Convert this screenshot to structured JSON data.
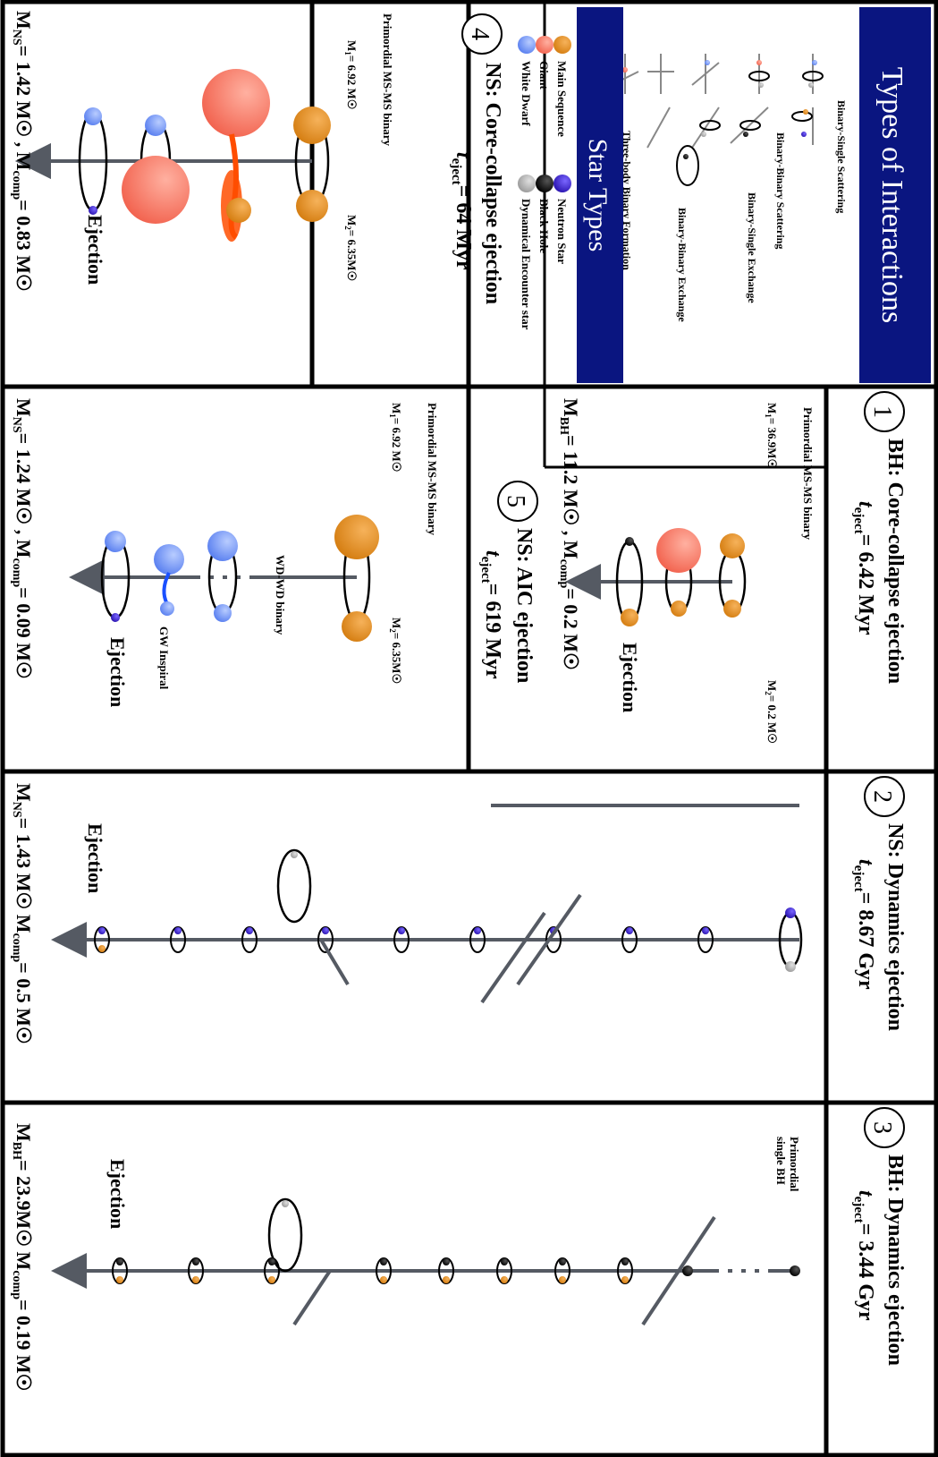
{
  "interactions_legend": {
    "title": "Types of Interactions",
    "items": [
      "Binary-Single Scattering",
      "Binary-Binary Scattering",
      "Binary-Single Exchange",
      "Binary-Binary Exchange",
      "Three-body Binary Formation"
    ]
  },
  "star_types_legend": {
    "title": "Star Types",
    "items": [
      "Main Sequence",
      "Neutron Star",
      "Giant",
      "Black Hole",
      "White Dwarf",
      "Dynamical Encounter star"
    ],
    "colors": {
      "main_sequence": "#e08a1e",
      "giant": "#f87560",
      "white_dwarf": "#7a9cff",
      "neutron_star": "#3a1fc8",
      "black_hole": "#000000",
      "dynamical": "#b3b3b3",
      "axis": "#555a63",
      "legend_bg": "#0a1580"
    }
  },
  "panels": [
    {
      "number": "1",
      "title": "BH: Core-collapse ejection",
      "t_sym": "t",
      "t_sub": "eject",
      "t_val": "= 6.42 Myr",
      "intro": "Primordial MS-MS binary",
      "m1": "M",
      "m1_sub": "1",
      "m1_val": "= 36.9M",
      "m2": "M",
      "m2_sub": "2",
      "m2_val": "= 0.2 M",
      "ejection": "Ejection",
      "mass_obj": "M",
      "mass_obj_sub": "BH",
      "mass_obj_val": "= 11.2 M",
      "mass_comp": "M",
      "mass_comp_sub": "comp",
      "mass_comp_val": "= 0.2 M"
    },
    {
      "number": "2",
      "title": "NS: Dynamics ejection",
      "t_sym": "t",
      "t_sub": "eject",
      "t_val": "= 8.67 Gyr",
      "ejection": "Ejection",
      "mass_obj": "M",
      "mass_obj_sub": "NS",
      "mass_obj_val": "= 1.43 M",
      "mass_comp": "M",
      "mass_comp_sub": "comp",
      "mass_comp_val": "= 0.5 M"
    },
    {
      "number": "3",
      "title": "BH: Dynamics ejection",
      "t_sym": "t",
      "t_sub": "eject",
      "t_val": "= 3.44 Gyr",
      "intro": "Primordial single BH",
      "intro_l1": "Primordial",
      "intro_l2": "single BH",
      "ejection": "Ejection",
      "mass_obj": "M",
      "mass_obj_sub": "BH",
      "mass_obj_val": "= 23.9M",
      "mass_comp": "M",
      "mass_comp_sub": "comp",
      "mass_comp_val": "= 0.19 M"
    },
    {
      "number": "4",
      "title": "NS: Core-collapse ejection",
      "t_sym": "t",
      "t_sub": "eject",
      "t_val": "= 64 Myr",
      "intro": "Primordial MS-MS binary",
      "m1": "M",
      "m1_sub": "1",
      "m1_val": "= 6.92 M",
      "m2": "M",
      "m2_sub": "2",
      "m2_val": "= 6.35M",
      "ejection": "Ejection",
      "mass_obj": "M",
      "mass_obj_sub": "NS",
      "mass_obj_val": "= 1.42  M",
      "mass_comp": "M",
      "mass_comp_sub": "comp",
      "mass_comp_val": "= 0.83 M"
    },
    {
      "number": "5",
      "title": "NS: AIC ejection",
      "t_sym": "t",
      "t_sub": "eject",
      "t_val": "= 619 Myr",
      "intro": "Primordial MS-MS binary",
      "m1": "M",
      "m1_sub": "1",
      "m1_val": "= 6.92 M",
      "m2": "M",
      "m2_sub": "2",
      "m2_val": "= 6.35M",
      "wd": "WD-WD binary",
      "gw": "GW Inspiral",
      "ejection": "Ejection",
      "mass_obj": "M",
      "mass_obj_sub": "NS",
      "mass_obj_val": "= 1.24  M",
      "mass_comp": "M",
      "mass_comp_sub": "comp",
      "mass_comp_val": "= 0.09 M"
    }
  ]
}
